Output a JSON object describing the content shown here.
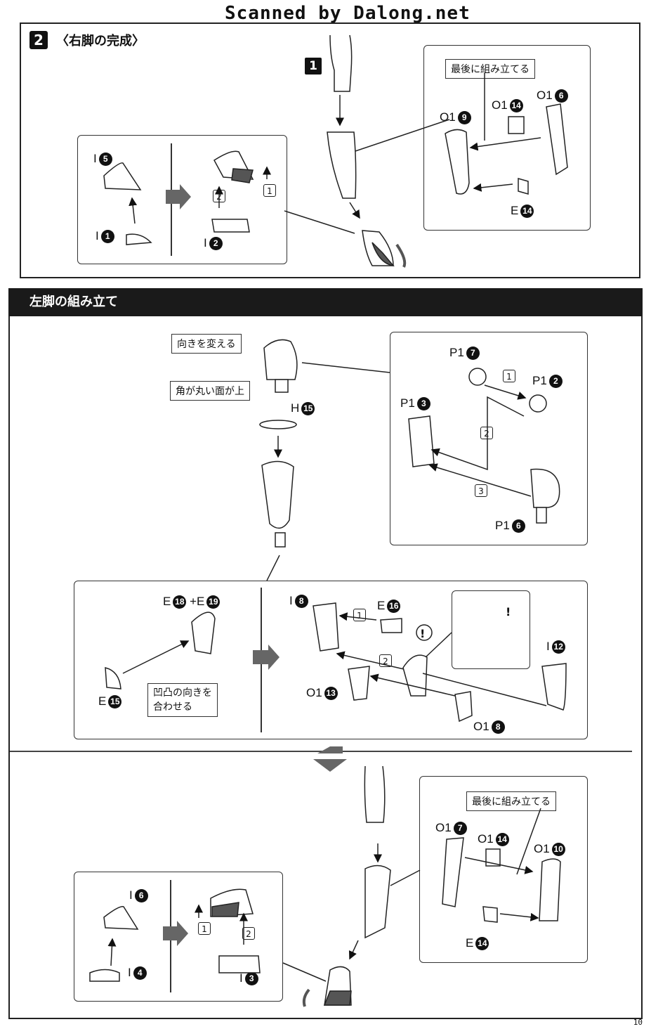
{
  "watermark": "Scanned by Dalong.net",
  "step": {
    "number": "2",
    "title": "〈右脚の完成〉",
    "sub_number": "1"
  },
  "section": {
    "title": "左脚の組み立て"
  },
  "callouts": {
    "last_assemble_1": "最後に組み立てる",
    "change_direction": "向きを変える",
    "rounded_face_up": "角が丸い面が上",
    "align_bumps": "凹凸の向きを",
    "align_bumps_2": "合わせる",
    "last_assemble_2": "最後に組み立てる"
  },
  "parts": {
    "r_i5": {
      "letter": "I",
      "num": "5"
    },
    "r_i1": {
      "letter": "I",
      "num": "1"
    },
    "r_i2": {
      "letter": "I",
      "num": "2"
    },
    "r_o1_9": {
      "letter": "O1",
      "num": "9"
    },
    "r_o1_14": {
      "letter": "O1",
      "num": "14"
    },
    "r_o1_6": {
      "letter": "O1",
      "num": "6"
    },
    "r_e14": {
      "letter": "E",
      "num": "14"
    },
    "h15": {
      "letter": "H",
      "num": "15"
    },
    "p1_7": {
      "letter": "P1",
      "num": "7"
    },
    "p1_2": {
      "letter": "P1",
      "num": "2"
    },
    "p1_3": {
      "letter": "P1",
      "num": "3"
    },
    "p1_6": {
      "letter": "P1",
      "num": "6"
    },
    "e18": {
      "letter": "E",
      "num": "18"
    },
    "plus": "+",
    "e19": {
      "letter": "E",
      "num": "19"
    },
    "e15": {
      "letter": "E",
      "num": "15"
    },
    "i8": {
      "letter": "I",
      "num": "8"
    },
    "e16": {
      "letter": "E",
      "num": "16"
    },
    "i12": {
      "letter": "I",
      "num": "12"
    },
    "o1_13": {
      "letter": "O1",
      "num": "13"
    },
    "o1_8": {
      "letter": "O1",
      "num": "8"
    },
    "l_i6": {
      "letter": "I",
      "num": "6"
    },
    "l_i4": {
      "letter": "I",
      "num": "4"
    },
    "l_i3": {
      "letter": "I",
      "num": "3"
    },
    "l_o1_7": {
      "letter": "O1",
      "num": "7"
    },
    "l_o1_14": {
      "letter": "O1",
      "num": "14"
    },
    "l_o1_10": {
      "letter": "O1",
      "num": "10"
    },
    "l_e14": {
      "letter": "E",
      "num": "14"
    }
  },
  "order_marks": {
    "one": "1",
    "two": "2",
    "three": "3"
  },
  "caution_mark": "!",
  "page_number": "10"
}
